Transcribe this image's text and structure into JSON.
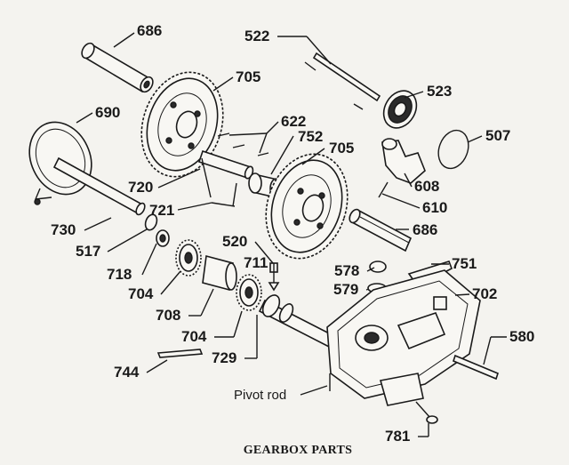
{
  "caption": "GEARBOX PARTS",
  "pivot_label": "Pivot rod",
  "callouts": {
    "p686a": "686",
    "p522": "522",
    "p705a": "705",
    "p523": "523",
    "p690": "690",
    "p622": "622",
    "p752": "752",
    "p705b": "705",
    "p507": "507",
    "p720": "720",
    "p608": "608",
    "p721": "721",
    "p610": "610",
    "p730": "730",
    "p686b": "686",
    "p517": "517",
    "p520": "520",
    "p751": "751",
    "p718": "718",
    "p711": "711",
    "p578": "578",
    "p579": "579",
    "p702": "702",
    "p704a": "704",
    "p708": "708",
    "p704b": "704",
    "p580": "580",
    "p729": "729",
    "p744": "744",
    "p781": "781"
  }
}
